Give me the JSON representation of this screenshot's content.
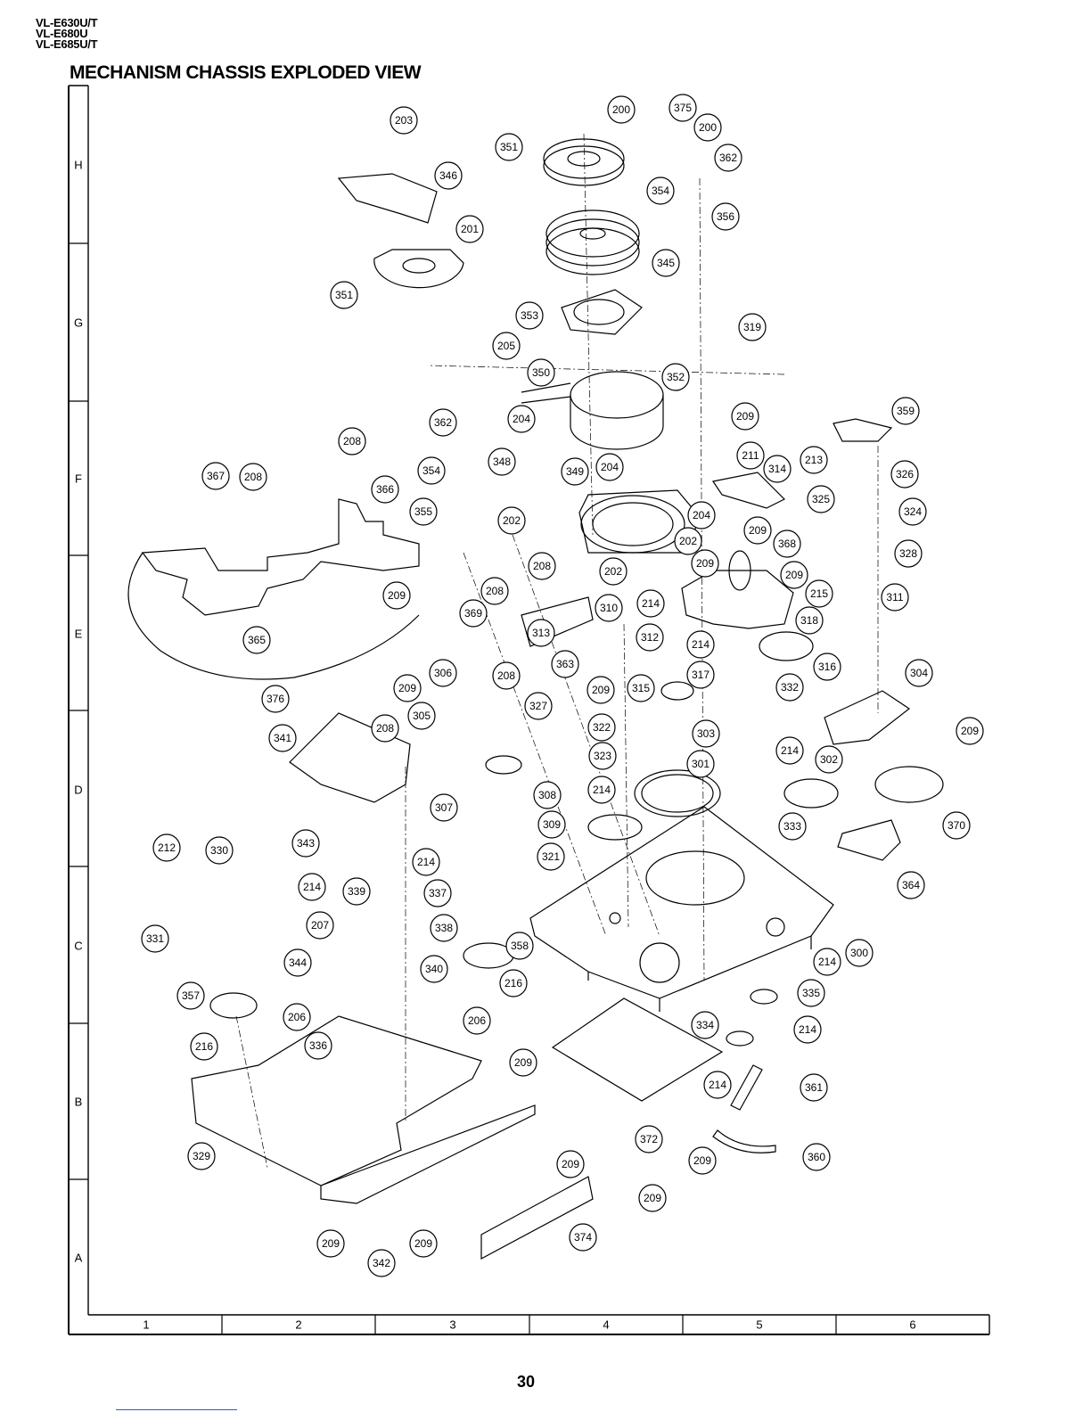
{
  "header": {
    "models": [
      "VL-E630U/T",
      "VL-E680U",
      "VL-E685U/T"
    ],
    "title": "MECHANISM CHASSIS EXPLODED VIEW"
  },
  "page_number": "30",
  "grid": {
    "rows": [
      "H",
      "G",
      "F",
      "E",
      "D",
      "C",
      "B",
      "A"
    ],
    "columns": [
      "1",
      "2",
      "3",
      "4",
      "5",
      "6"
    ]
  },
  "callouts": [
    "203",
    "200",
    "375",
    "200",
    "351",
    "362",
    "346",
    "354",
    "356",
    "201",
    "345",
    "351",
    "353",
    "319",
    "205",
    "352",
    "350",
    "362",
    "204",
    "209",
    "359",
    "208",
    "348",
    "349",
    "204",
    "211",
    "314",
    "213",
    "326",
    "367",
    "208",
    "354",
    "366",
    "355",
    "202",
    "204",
    "325",
    "324",
    "209",
    "202",
    "368",
    "328",
    "208",
    "202",
    "209",
    "209",
    "209",
    "208",
    "214",
    "215",
    "311",
    "310",
    "318",
    "369",
    "313",
    "312",
    "214",
    "316",
    "365",
    "306",
    "208",
    "363",
    "317",
    "304",
    "209",
    "376",
    "327",
    "209",
    "315",
    "332",
    "305",
    "208",
    "303",
    "322",
    "214",
    "302",
    "209",
    "341",
    "323",
    "301",
    "307",
    "308",
    "214",
    "309",
    "333",
    "370",
    "212",
    "330",
    "343",
    "321",
    "364",
    "214",
    "214",
    "339",
    "337",
    "331",
    "207",
    "338",
    "358",
    "300",
    "344",
    "340",
    "214",
    "216",
    "357",
    "206",
    "335",
    "206",
    "336",
    "334",
    "214",
    "216",
    "209",
    "214",
    "361",
    "329",
    "372",
    "209",
    "360",
    "209",
    "209",
    "374",
    "209",
    "342",
    "209"
  ]
}
